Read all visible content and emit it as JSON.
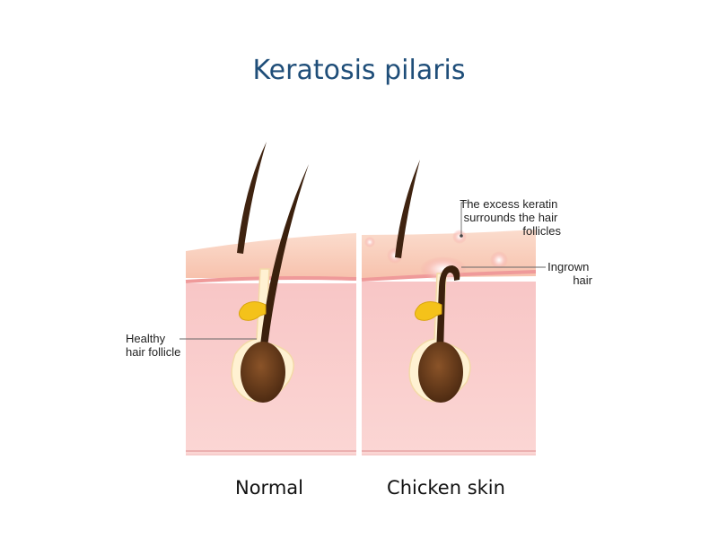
{
  "title": "Keratosis pilaris",
  "panels": {
    "normal": {
      "caption": "Normal",
      "annotation": {
        "lines": [
          "Healthy",
          "hair follicle"
        ]
      }
    },
    "chicken": {
      "caption": "Chicken skin",
      "annotation_keratin": {
        "lines": [
          "The excess keratin",
          "surrounds the hair",
          "follicles"
        ]
      },
      "annotation_ingrown": {
        "lines": [
          "Ingrown",
          "hair"
        ]
      }
    }
  },
  "colors": {
    "title": "#1f4e79",
    "epidermis": "#f9c9b8",
    "epidermis_top": "#fbd6c6",
    "dermis": "#f9cfd0",
    "dermis_edge": "#f2b7b8",
    "follicle_sheath": "#fff3d6",
    "hair": "#4a2a14",
    "bulb": "#6b3d1c",
    "gland": "#f2c21c",
    "keratin_bump": "#f7a7a4"
  }
}
